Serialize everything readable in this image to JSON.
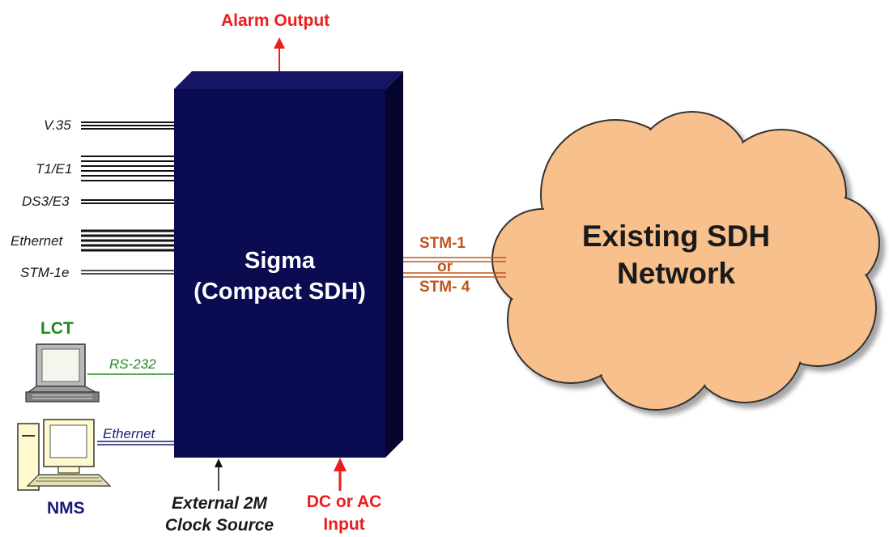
{
  "equipment": {
    "title_line1": "Sigma",
    "title_line2": "(Compact SDH)"
  },
  "alarm_output": "Alarm Output",
  "interfaces": {
    "v35": "V.35",
    "t1e1": "T1/E1",
    "ds3e3": "DS3/E3",
    "ethernet": "Ethernet",
    "stm1e": "STM-1e"
  },
  "lct": {
    "label": "LCT",
    "link": "RS-232"
  },
  "nms": {
    "label": "NMS",
    "link": "Ethernet"
  },
  "network": {
    "line1": "Existing SDH",
    "line2": "Network"
  },
  "uplink": {
    "stm1": "STM-1",
    "or": "or",
    "stm4": "STM- 4"
  },
  "clock": {
    "line1": "External 2M",
    "line2": "Clock Source"
  },
  "power": {
    "line1": "DC or AC",
    "line2": "Input"
  },
  "colors": {
    "box_front": "#0b0b52",
    "box_side": "#05052e",
    "box_top": "#161665",
    "cloud_fill": "#f8c08c",
    "accent_red": "#ee1c1c",
    "stm_orange": "#c0541a"
  }
}
